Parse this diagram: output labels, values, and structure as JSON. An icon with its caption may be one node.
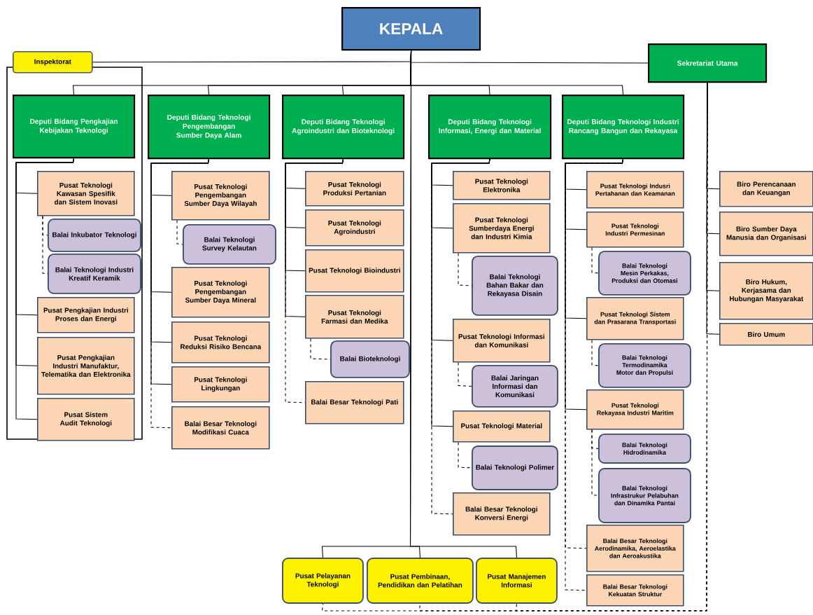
{
  "diagram": {
    "nodes": [
      {
        "text": [
          "KEPALA"
        ]
      },
      {
        "text": [
          "Inspektorat"
        ]
      },
      {
        "text": [
          "Sekretariat Utama"
        ]
      },
      {
        "text": [
          "Deputi Bidang Pengkajian Kebijakan Teknologi"
        ]
      },
      {
        "text": [
          "Deputi Bidang Teknologi Pengembangan Sumber Daya Alam"
        ]
      },
      {
        "text": [
          "Deputi Bidang Teknologi Agroindustri dan Bioteknologi"
        ]
      },
      {
        "text": [
          "Deputi Bidang Teknologi Informasi, Energi dan Material"
        ]
      },
      {
        "text": [
          "Deputi Bidang Teknologi Industri Rancang Bangun dan Rekayasa"
        ]
      },
      {
        "text": [
          "Pusat Teknologi Kawasan Spesifik dan Sistem Inovasi"
        ]
      },
      {
        "text": [
          "Balai Inkubator Teknologi"
        ]
      },
      {
        "text": [
          "Balai Teknologi Industri Kreatif Keramik"
        ]
      },
      {
        "text": [
          "Pusat Pengkajian Industri Proses dan Energi"
        ]
      },
      {
        "text": [
          "Pusat Pengkajian Industri Manufaktur, Telematika dan Elektronika"
        ]
      },
      {
        "text": [
          "Pusat Sistem Audit Teknologi"
        ]
      },
      {
        "text": [
          "Pusat Teknologi Pengembangan Sumber Daya Wilayah"
        ]
      },
      {
        "text": [
          "Balai Teknologi Survey Kelautan"
        ]
      },
      {
        "text": [
          "Pusat Teknologi Pengembangan Sumber Daya Mineral"
        ]
      },
      {
        "text": [
          "Pusat Teknologi Reduksi Risiko Bencana"
        ]
      },
      {
        "text": [
          "Pusat Teknologi Lingkungan"
        ]
      },
      {
        "text": [
          "Balai Besar Teknologi Modifikasi Cuaca"
        ]
      },
      {
        "text": [
          "Pusat Teknologi Produksi Pertanian"
        ]
      },
      {
        "text": [
          "Pusat Teknologi Agroindustri"
        ]
      },
      {
        "text": [
          "Pusat Teknologi Bioindustri"
        ]
      },
      {
        "text": [
          "Pusat Teknologi Farmasi dan Medika"
        ]
      },
      {
        "text": [
          "Balai Bioteknologi"
        ]
      },
      {
        "text": [
          "Balai Besar Teknologi Pati"
        ]
      },
      {
        "text": [
          "Pusat Teknologi Elektronika"
        ]
      },
      {
        "text": [
          "Pusat Teknologi Sumberdaya Energi dan Industri Kimia"
        ]
      },
      {
        "text": [
          "Balai Teknologi Bahan Bakar dan Rekayasa Disain"
        ]
      },
      {
        "text": [
          "Pusat Teknologi Informasi dan Komunikasi"
        ]
      },
      {
        "text": [
          "Balai Jaringan Informasi dan Komunikasi"
        ]
      },
      {
        "text": [
          "Pusat Teknologi Material"
        ]
      },
      {
        "text": [
          "Balai Teknologi Polimer"
        ]
      },
      {
        "text": [
          "Balai Besar Teknologi Konversi Energi"
        ]
      },
      {
        "text": [
          "Pusat Teknologi Indusri Pertahanan dan Keamanan"
        ]
      },
      {
        "text": [
          "Pusat Teknologi Industri Permesinan"
        ]
      },
      {
        "text": [
          "Balai Teknologi Mesin Perkakas, Produksi dan Otomasi"
        ]
      },
      {
        "text": [
          "Pusat Teknologi Sistem dan Prasarana Transportasi"
        ]
      },
      {
        "text": [
          "Balai Teknologi Termodinamika Motor dan Propulsi"
        ]
      },
      {
        "text": [
          "Pusat Teknologi Rekayasa Industri Maritim"
        ]
      },
      {
        "text": [
          "Balai Teknologi Hidrodinamika"
        ]
      },
      {
        "text": [
          "Balai Teknologi Infrastrukur Pelabuhan dan Dinamika Pantai"
        ]
      },
      {
        "text": [
          "Balai Besar Teknologi Aerodinamika, Aeroelastika dan Aeroakustika"
        ]
      },
      {
        "text": [
          "Balai Besar Teknologi Kekuatan Struktur"
        ]
      },
      {
        "text": [
          "Biro Perencanaan dan Keuangan"
        ]
      },
      {
        "text": [
          "Biro Sumber Daya Manusia dan Organisasi"
        ]
      },
      {
        "text": [
          "Biro Hukum, Kerjasama dan Hubungan Masyarakat"
        ]
      },
      {
        "text": [
          "Biro Umum"
        ]
      },
      {
        "text": [
          "Pusat Pelayanan Teknologi"
        ]
      },
      {
        "text": [
          "Pusat Pembinaan, Pendidikan dan Pelatihan"
        ]
      },
      {
        "text": [
          "Pusat Manajemen Informasi"
        ]
      }
    ],
    "edges": [
      {
        "from": 0,
        "to": 1,
        "arrow": "none"
      },
      {
        "from": 0,
        "to": 2,
        "arrow": "none"
      },
      {
        "from": 0,
        "to": 3,
        "arrow": "none"
      },
      {
        "from": 0,
        "to": 4,
        "arrow": "none"
      },
      {
        "from": 0,
        "to": 5,
        "arrow": "none"
      },
      {
        "from": 0,
        "to": 6,
        "arrow": "none"
      },
      {
        "from": 0,
        "to": 7,
        "arrow": "none"
      },
      {
        "from": 0,
        "to": 48,
        "arrow": "none"
      },
      {
        "from": 0,
        "to": 49,
        "arrow": "none"
      },
      {
        "from": 0,
        "to": 50,
        "arrow": "none"
      },
      {
        "from": 3,
        "to": 8,
        "arrow": "none"
      },
      {
        "from": 8,
        "to": 9,
        "arrow": "none",
        "style": "dashed"
      },
      {
        "from": 8,
        "to": 10,
        "arrow": "none",
        "style": "dashed"
      },
      {
        "from": 3,
        "to": 11,
        "arrow": "none"
      },
      {
        "from": 3,
        "to": 12,
        "arrow": "none"
      },
      {
        "from": 3,
        "to": 13,
        "arrow": "none"
      },
      {
        "from": 4,
        "to": 14,
        "arrow": "none"
      },
      {
        "from": 14,
        "to": 15,
        "arrow": "none",
        "style": "dashed"
      },
      {
        "from": 4,
        "to": 16,
        "arrow": "none"
      },
      {
        "from": 4,
        "to": 17,
        "arrow": "none"
      },
      {
        "from": 4,
        "to": 18,
        "arrow": "none"
      },
      {
        "from": 4,
        "to": 19,
        "arrow": "none",
        "style": "dashed"
      },
      {
        "from": 5,
        "to": 20,
        "arrow": "none"
      },
      {
        "from": 5,
        "to": 21,
        "arrow": "none"
      },
      {
        "from": 5,
        "to": 22,
        "arrow": "none"
      },
      {
        "from": 5,
        "to": 23,
        "arrow": "none"
      },
      {
        "from": 23,
        "to": 24,
        "arrow": "none",
        "style": "dashed"
      },
      {
        "from": 5,
        "to": 25,
        "arrow": "none",
        "style": "dashed"
      },
      {
        "from": 6,
        "to": 26,
        "arrow": "none"
      },
      {
        "from": 6,
        "to": 27,
        "arrow": "none"
      },
      {
        "from": 27,
        "to": 28,
        "arrow": "none",
        "style": "dashed"
      },
      {
        "from": 6,
        "to": 29,
        "arrow": "none"
      },
      {
        "from": 29,
        "to": 30,
        "arrow": "none",
        "style": "dashed"
      },
      {
        "from": 6,
        "to": 31,
        "arrow": "none"
      },
      {
        "from": 31,
        "to": 32,
        "arrow": "none",
        "style": "dashed"
      },
      {
        "from": 6,
        "to": 33,
        "arrow": "none",
        "style": "dashed"
      },
      {
        "from": 7,
        "to": 34,
        "arrow": "none"
      },
      {
        "from": 7,
        "to": 35,
        "arrow": "none"
      },
      {
        "from": 35,
        "to": 36,
        "arrow": "none",
        "style": "dashed"
      },
      {
        "from": 7,
        "to": 37,
        "arrow": "none"
      },
      {
        "from": 37,
        "to": 38,
        "arrow": "none",
        "style": "dashed"
      },
      {
        "from": 7,
        "to": 39,
        "arrow": "none"
      },
      {
        "from": 39,
        "to": 40,
        "arrow": "none",
        "style": "dashed"
      },
      {
        "from": 39,
        "to": 41,
        "arrow": "none",
        "style": "dashed"
      },
      {
        "from": 7,
        "to": 42,
        "arrow": "none",
        "style": "dashed"
      },
      {
        "from": 7,
        "to": 43,
        "arrow": "none",
        "style": "dashed"
      },
      {
        "from": 2,
        "to": 44,
        "arrow": "none"
      },
      {
        "from": 2,
        "to": 45,
        "arrow": "none"
      },
      {
        "from": 2,
        "to": 46,
        "arrow": "none"
      },
      {
        "from": 2,
        "to": 47,
        "arrow": "none"
      },
      {
        "from": 2,
        "to": 48,
        "arrow": "none",
        "style": "dashed"
      },
      {
        "from": 2,
        "to": 49,
        "arrow": "none",
        "style": "dashed"
      },
      {
        "from": 2,
        "to": 50,
        "arrow": "none",
        "style": "dashed"
      }
    ]
  }
}
